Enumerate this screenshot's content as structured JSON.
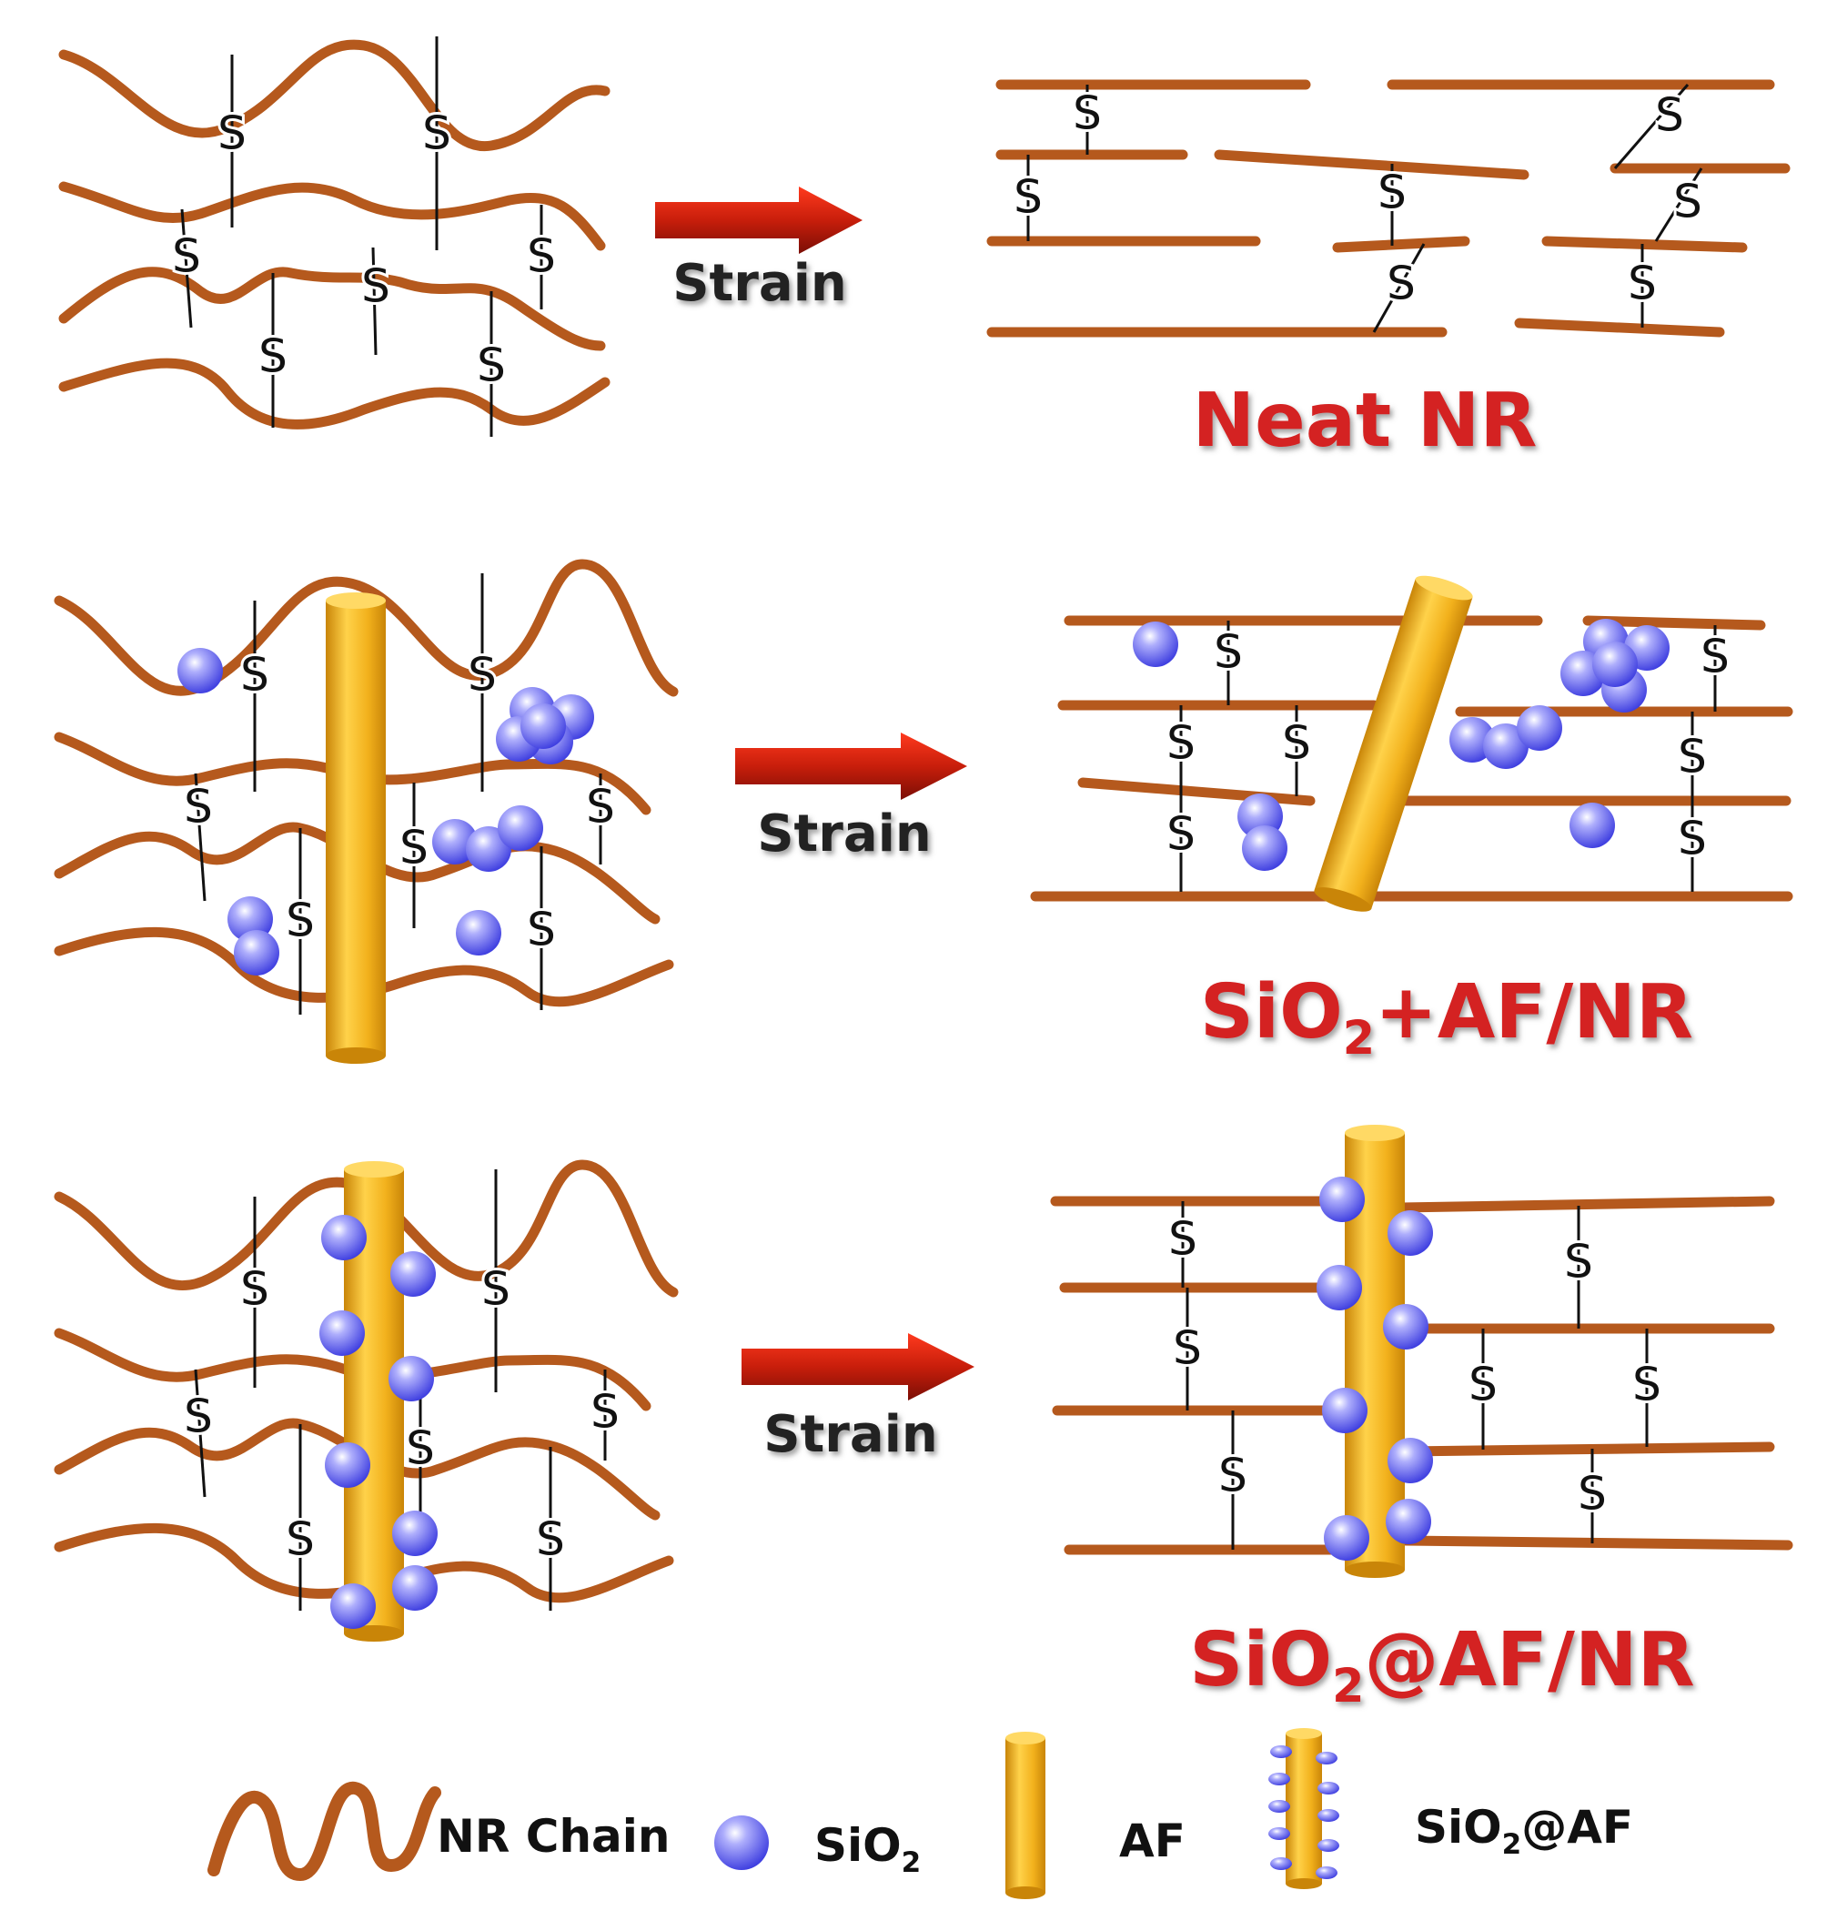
{
  "panels": [
    {
      "arrow_label": "Strain",
      "result_label": "Neat NR"
    },
    {
      "arrow_label": "Strain",
      "result_label_main": "SiO",
      "result_label_sub": "2",
      "result_label_tail": "+AF/NR"
    },
    {
      "arrow_label": "Strain",
      "result_label_main": "SiO",
      "result_label_sub": "2",
      "result_label_tail": "@AF/NR"
    }
  ],
  "bond_label": "S",
  "legend": {
    "nr_chain": "NR Chain",
    "sio2_main": "SiO",
    "sio2_sub": "2",
    "af": "AF",
    "sio2af_main": "SiO",
    "sio2af_sub": "2",
    "sio2af_tail": "@AF"
  },
  "colors": {
    "chain": "#b5591d",
    "fiber": "#f2b11c",
    "fiber_shade": "#c98508",
    "sphere": "#6d6df2",
    "arrow": "#c81e0b",
    "title": "#d42020"
  }
}
